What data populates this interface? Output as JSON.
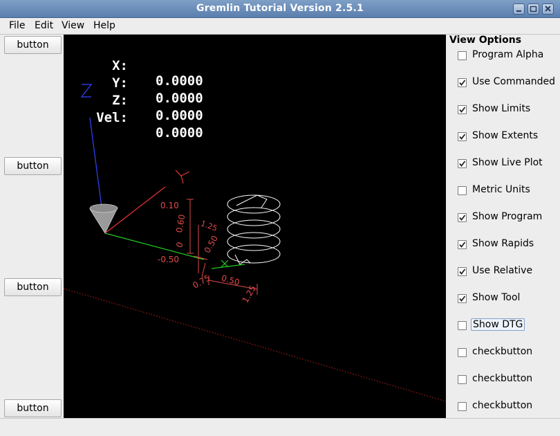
{
  "window": {
    "title": "Gremlin Tutorial Version 2.5.1"
  },
  "menu": [
    {
      "label": "File"
    },
    {
      "label": "Edit"
    },
    {
      "label": "View"
    },
    {
      "label": "Help"
    }
  ],
  "left_buttons": [
    {
      "label": "button"
    },
    {
      "label": "button"
    },
    {
      "label": "button"
    },
    {
      "label": "button"
    }
  ],
  "dro": [
    {
      "label": "X:",
      "value": "0.0000"
    },
    {
      "label": "Y:",
      "value": "0.0000"
    },
    {
      "label": "Z:",
      "value": "0.0000"
    },
    {
      "label": "Vel:",
      "value": "0.0000"
    }
  ],
  "viewport": {
    "axis_labels": {
      "x": "X",
      "y": "Y",
      "z": "Z"
    },
    "dimension_labels": [
      "0.10",
      "0.60",
      "0",
      "-0.50",
      "1.25",
      "0.50",
      "0.75",
      "0.50",
      "1.25"
    ],
    "colors": {
      "background": "#000000",
      "x_axis": "#22cc22",
      "y_axis": "#ee3333",
      "z_axis": "#3344ff",
      "dimensions": "#e04a4a",
      "toolpath": "#ffffff",
      "limits": "#a81c1c"
    }
  },
  "view_options": {
    "title": "View Options",
    "items": [
      {
        "label": "Program Alpha",
        "checked": false
      },
      {
        "label": "Use Commanded",
        "checked": true
      },
      {
        "label": "Show Limits",
        "checked": true
      },
      {
        "label": "Show Extents",
        "checked": true
      },
      {
        "label": "Show Live Plot",
        "checked": true
      },
      {
        "label": "Metric Units",
        "checked": false
      },
      {
        "label": "Show Program",
        "checked": true
      },
      {
        "label": "Show Rapids",
        "checked": true
      },
      {
        "label": "Use Relative",
        "checked": true
      },
      {
        "label": "Show Tool",
        "checked": true
      },
      {
        "label": "Show DTG",
        "checked": false,
        "focused": true
      },
      {
        "label": "checkbutton",
        "checked": false
      },
      {
        "label": "checkbutton",
        "checked": false
      },
      {
        "label": "checkbutton",
        "checked": false
      }
    ]
  }
}
